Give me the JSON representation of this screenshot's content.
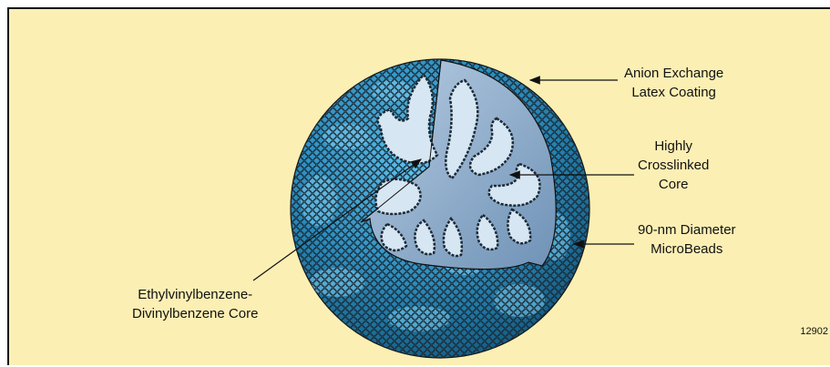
{
  "figure": {
    "labels": {
      "coating": [
        "Anion Exchange",
        "Latex Coating"
      ],
      "core": [
        "Highly",
        "Crosslinked",
        "Core"
      ],
      "beads": [
        "90-nm Diameter",
        "MicroBeads"
      ],
      "substrate": [
        "Ethylvinylbenzene-",
        "Divinylbenzene Core"
      ]
    },
    "figure_id": "12902"
  },
  "colors": {
    "background": "#fcefb4",
    "sphere_dark": "#1a6d92",
    "sphere_light": "#47aee0",
    "core_cut": "#8aa9c8",
    "bead_ring": "#1e2c36",
    "outline": "#111111"
  },
  "icons": [
    "bead-particle-illustration",
    "pointer-arrow"
  ]
}
